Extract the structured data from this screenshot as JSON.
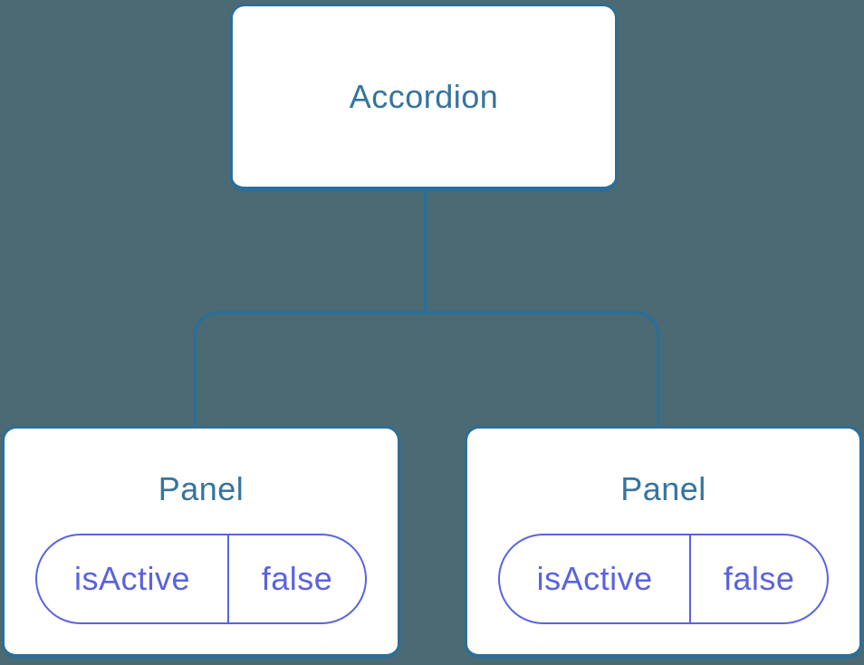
{
  "tree": {
    "root": {
      "label": "Accordion"
    },
    "children": [
      {
        "label": "Panel",
        "state": {
          "key": "isActive",
          "value": "false"
        }
      },
      {
        "label": "Panel",
        "state": {
          "key": "isActive",
          "value": "false"
        }
      }
    ]
  },
  "colors": {
    "background": "#4C6A74",
    "node_fill": "#FFFFFF",
    "node_border": "#2D6E96",
    "node_title": "#35749E",
    "connector": "#2D6E96",
    "state_accent": "#5A63DE"
  }
}
